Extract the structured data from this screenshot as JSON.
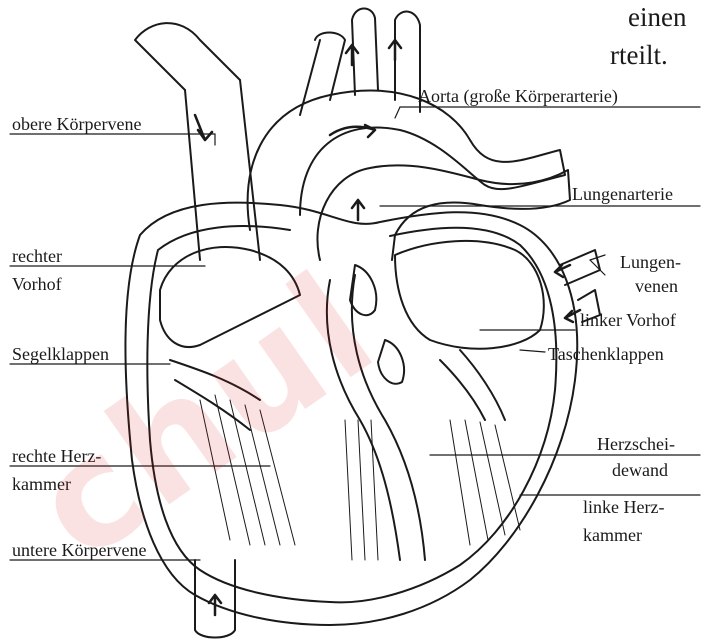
{
  "header_fragment": {
    "line1": "einen",
    "line2": "rteilt."
  },
  "labels": {
    "obere_koerpervene": "obere Körpervene",
    "aorta": "Aorta (große Körperarterie)",
    "lungenarterie": "Lungenarterie",
    "rechter": "rechter",
    "vorhof": "Vorhof",
    "lungen": "Lungen-",
    "venen": "venen",
    "linker_vorhof": "linker Vorhof",
    "segelklappen": "Segelklappen",
    "taschenklappen": "Taschenklappen",
    "rechte_herz": "rechte Herz-",
    "kammer_r": "kammer",
    "herzschei": "Herzschei-",
    "dewand": "dewand",
    "linke_herz": "linke Herz-",
    "kammer_l": "kammer",
    "untere_koerpervene": "untere Körpervene"
  },
  "watermark": {
    "text": "chul"
  },
  "colors": {
    "ink": "#1a1a1a",
    "watermark": "#e11d1d",
    "background": "#ffffff"
  }
}
